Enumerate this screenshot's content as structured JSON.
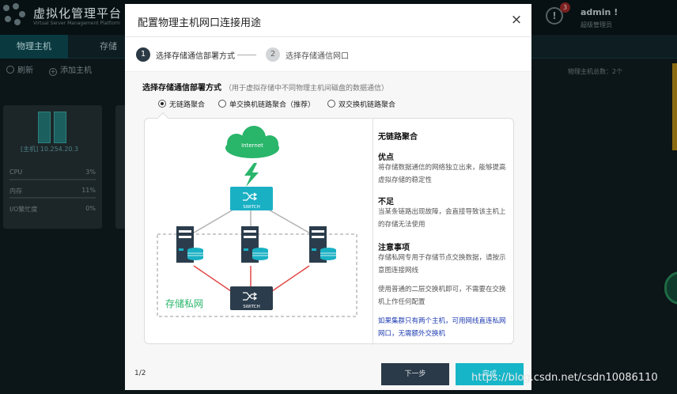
{
  "app": {
    "title": "虚拟化管理平台",
    "subtitle": "Virtual Server Management Platform",
    "alert_count": "3",
    "alert_glyph": "!",
    "user_name": "admin !",
    "user_role": "超级管理员"
  },
  "nav": {
    "tabs": [
      {
        "label": "物理主机",
        "active": true
      },
      {
        "label": "存储",
        "active": false
      }
    ]
  },
  "toolbar": {
    "refresh_label": "刷新",
    "add_host_label": "添加主机",
    "host_count": "物理主机总数：2个"
  },
  "host_card": {
    "name": "[主机] 10.254.20.3",
    "metrics": [
      {
        "label": "CPU",
        "value": "3%",
        "fraction": 0.03
      },
      {
        "label": "内存",
        "value": "11%",
        "fraction": 0.11
      },
      {
        "label": "I/O繁忙度",
        "value": "0%",
        "fraction": 0.0
      }
    ]
  },
  "modal": {
    "title": "配置物理主机网口连接用途",
    "close_glyph": "×",
    "steps": [
      {
        "number": "1",
        "label": "选择存储通信部署方式",
        "active": true
      },
      {
        "number": "2",
        "label": "选择存储通信网口",
        "active": false
      }
    ],
    "section_title": "选择存储通信部署方式",
    "section_hint": "（用于虚拟存储中不同物理主机间磁盘的数据通信）",
    "options": [
      {
        "label": "无链路聚合",
        "checked": true
      },
      {
        "label": "单交换机链路聚合（推荐）",
        "checked": false
      },
      {
        "label": "双交换机链路聚合",
        "checked": false
      }
    ],
    "diagram": {
      "internet_label": "Internet",
      "switch_label": "SWITCH",
      "private_network_label": "存储私网",
      "colors": {
        "switch_top": "#1ab0c4",
        "switch_bottom": "#2b3d4c",
        "cloud": "#29b56a",
        "red_link": "#e24747",
        "gray_link": "#b3b3b3"
      }
    },
    "info": {
      "title": "无链路聚合",
      "advantage_heading": "优点",
      "advantage_text": "将存储数据通信的网络独立出来，能够提高虚拟存储的稳定性",
      "disadvantage_heading": "不足",
      "disadvantage_text": "当某条链路出现故障，会直接导致该主机上的存储无法使用",
      "notes_heading": "注意事项",
      "notes_text_1": "存储私网专用于存储节点交换数据，请按示意图连接网线",
      "notes_text_2": "使用普通的二层交换机即可，不需要在交换机上作任何配置",
      "notes_link": "如果集群只有两个主机，可用网线直连私网网口，无需额外交换机"
    },
    "footer": {
      "page_indicator": "1/2",
      "next_label": "下一步",
      "complete_label": "完成"
    }
  },
  "watermark": "https://blog.csdn.net/csdn10086110"
}
